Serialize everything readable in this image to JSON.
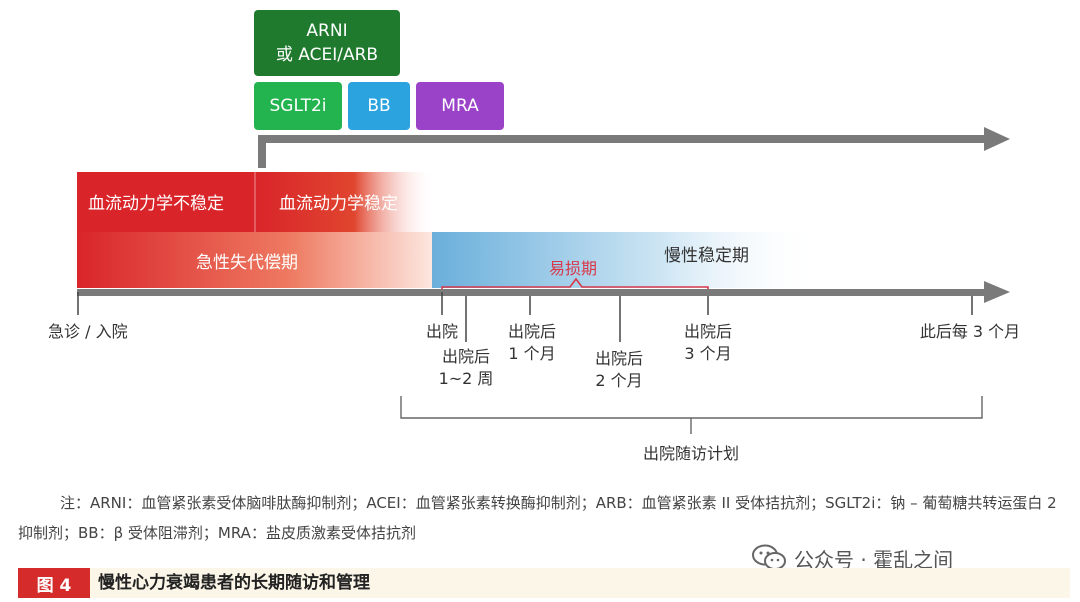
{
  "drugs": {
    "arni": "ARNI\n或 ACEI/ARB",
    "sglt2i": "SGLT2i",
    "bb": "BB",
    "mra": "MRA"
  },
  "bands": {
    "unstable": "血流动力学不稳定",
    "stable": "血流动力学稳定",
    "acute": "急性失代偿期",
    "chronic": "慢性稳定期",
    "vulnerable": "易损期"
  },
  "timeline": {
    "er": "急诊 / 入院",
    "discharge": "出院",
    "w12": "出院后\n1~2 周",
    "m1": "出院后\n1 个月",
    "m2": "出院后\n2 个月",
    "m3": "出院后\n3 个月",
    "every3": "此后每 3 个月"
  },
  "followup_plan": "出院随访计划",
  "footnote": "注：ARNI：血管紧张素受体脑啡肽酶抑制剂；ACEI：血管紧张素转换酶抑制剂；ARB：血管紧张素 II 受体拮抗剂；SGLT2i：钠 – 葡萄糖共转运蛋白 2 抑制剂；BB：β 受体阻滞剂；MRA：盐皮质激素受体拮抗剂",
  "watermark": "公众号 · 霍乱之间",
  "figure": {
    "tag": "图 4",
    "caption": "慢性心力衰竭患者的长期随访和管理"
  },
  "colors": {
    "arni": "#1f7a2e",
    "sglt2i": "#23b34f",
    "bb": "#2ba3df",
    "mra": "#9b43c8",
    "red": "#d9252a",
    "blue": "#7ab8dd",
    "arrow": "#7a7a7a",
    "bracket": "#d8384a"
  }
}
